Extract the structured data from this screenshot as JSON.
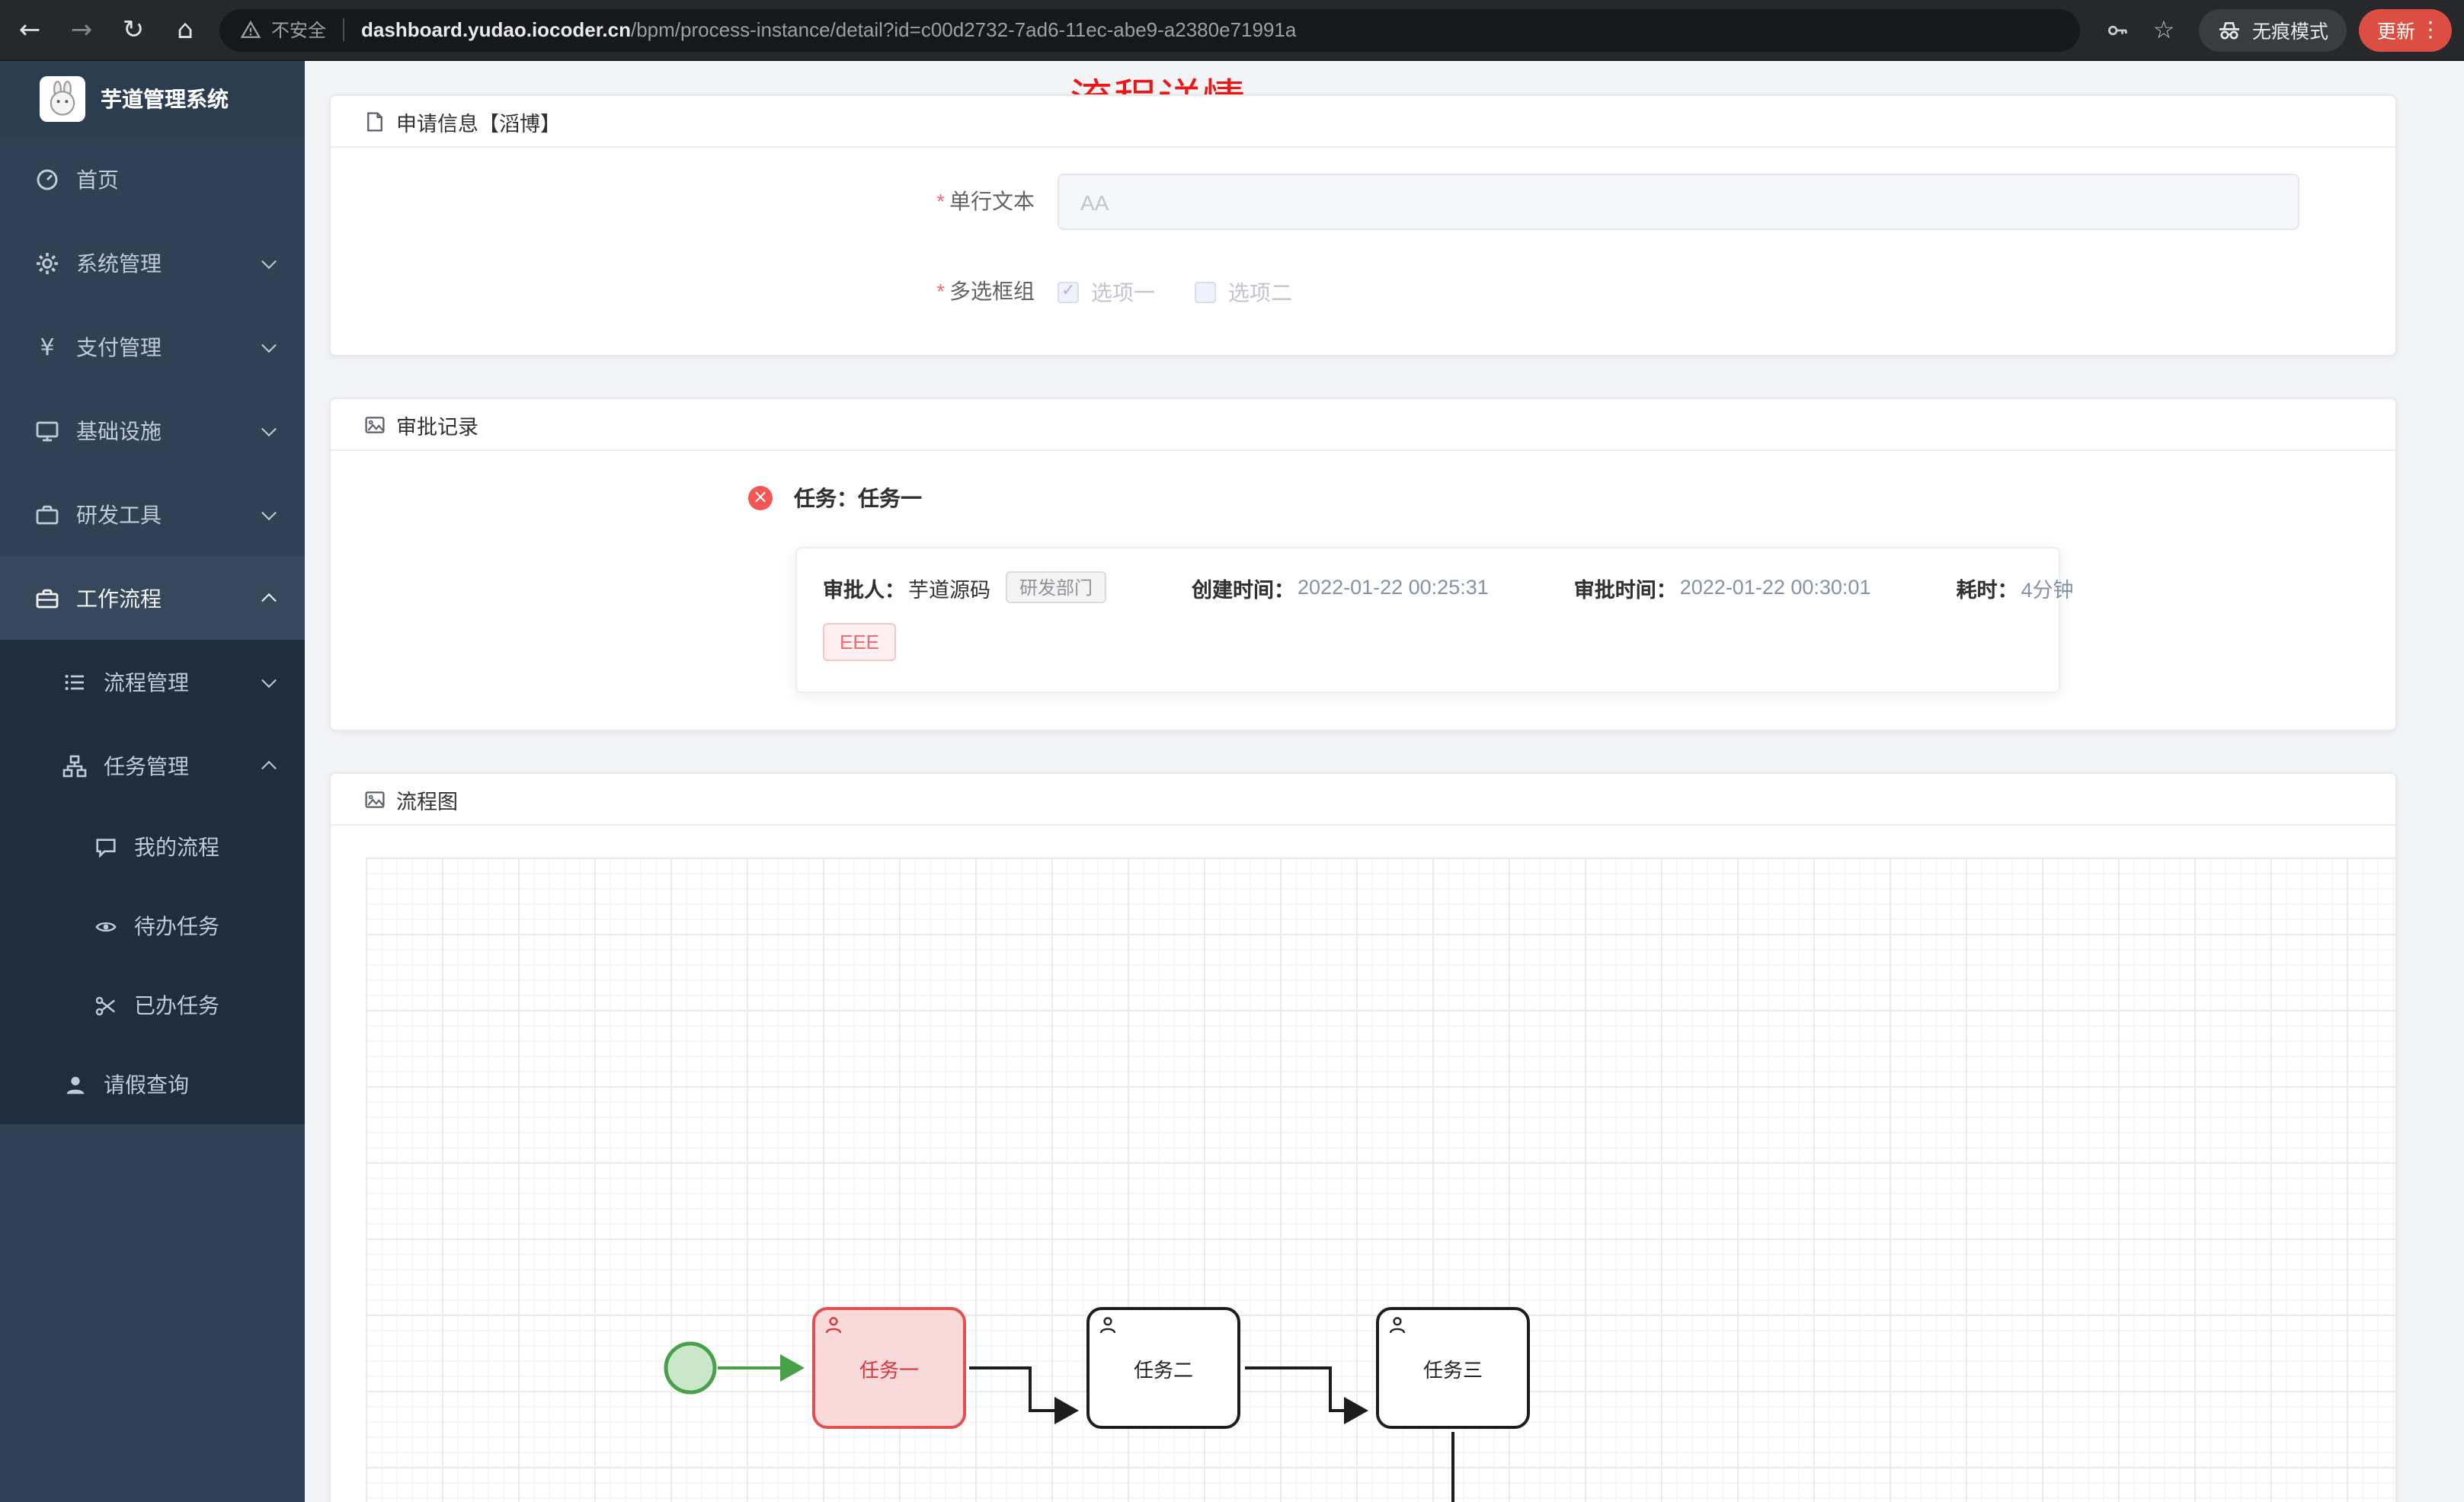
{
  "colors": {
    "accent_red": "#f01414",
    "chrome_bg": "#26282b",
    "omnibox_bg": "#17181b",
    "update_badge": "#dc4e41",
    "sidebar_bg": "#304156",
    "submenu_bg": "#1f2d3d",
    "task_active": "#e4504f",
    "start_event_green": "#48a148"
  },
  "browser": {
    "back_icon": "←",
    "forward_icon": "→",
    "refresh_icon": "↻",
    "home_icon": "⌂",
    "security_label": "不安全",
    "url_domain": "dashboard.yudao.iocoder.cn",
    "url_path": "/bpm/process-instance/detail?id=c00d2732-7ad6-11ec-abe9-a2380e71991a",
    "star_icon": "☆",
    "incognito_label": "无痕模式",
    "update_label": "更新",
    "menu_icon": "⋮"
  },
  "sidebar": {
    "app_title": "芋道管理系统",
    "items": [
      {
        "label": "首页"
      },
      {
        "label": "系统管理"
      },
      {
        "label": "支付管理"
      },
      {
        "label": "基础设施"
      },
      {
        "label": "研发工具"
      },
      {
        "label": "工作流程"
      }
    ],
    "workflow_children": [
      {
        "label": "流程管理"
      },
      {
        "label": "任务管理"
      }
    ],
    "task_children": [
      {
        "label": "我的流程"
      },
      {
        "label": "待办任务"
      },
      {
        "label": "已办任务"
      }
    ],
    "leave_query": {
      "label": "请假查询"
    }
  },
  "page": {
    "title": "流程详情"
  },
  "apply_info": {
    "header": "申请信息【滔博】",
    "text_field": {
      "required_mark": "*",
      "label": "单行文本",
      "value": "AA"
    },
    "checkbox_field": {
      "required_mark": "*",
      "label": "多选框组",
      "options": [
        {
          "label": "选项一",
          "checked": true
        },
        {
          "label": "选项二",
          "checked": false
        }
      ]
    }
  },
  "approval": {
    "header": "审批记录",
    "task_title": "任务：任务一",
    "fields": [
      {
        "label": "审批人：",
        "value": "芋道源码"
      },
      {
        "label": "创建时间：",
        "value": "2022-01-22 00:25:31"
      },
      {
        "label": "审批时间：",
        "value": "2022-01-22 00:30:01"
      },
      {
        "label": "耗时：",
        "value": "4分钟"
      }
    ],
    "dept_tag": "研发部门",
    "reason_tag": "EEE"
  },
  "diagram": {
    "header": "流程图",
    "tasks": [
      {
        "label": "任务一",
        "active": true
      },
      {
        "label": "任务二",
        "active": false
      },
      {
        "label": "任务三",
        "active": false
      }
    ]
  }
}
